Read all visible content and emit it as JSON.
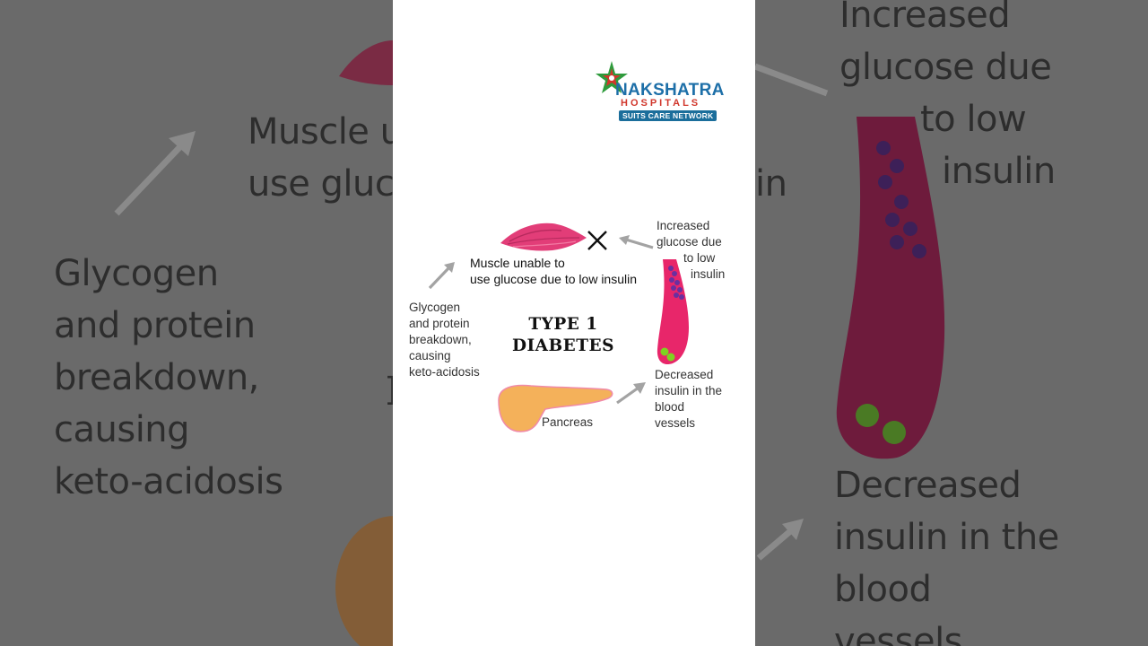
{
  "brand": {
    "name": "NAKSHATRA",
    "sub": "HOSPITALS",
    "network": "SUITS CARE NETWORK"
  },
  "diagram": {
    "title_line1": "TYPE 1",
    "title_line2": "DIABETES",
    "muscle_line1": "Muscle unable to",
    "muscle_line2": "use glucose due to low insulin",
    "glycogen_lines": [
      "Glycogen",
      "and protein",
      "breakdown,",
      "causing",
      "keto-acidosis"
    ],
    "increased_lines": [
      "Increased",
      "glucose due",
      "to low",
      "insulin"
    ],
    "decreased_lines": [
      "Decreased",
      "insulin in the",
      "blood",
      "vessels"
    ],
    "pancreas": "Pancreas"
  },
  "background": {
    "left_top_1": "Muscle u",
    "left_top_2": "use gluc",
    "left_lines": [
      "Glycogen",
      "and protein",
      "breakdown,",
      "causing",
      "keto-acidosis"
    ],
    "right_top_lines": [
      "Increased",
      "glucose due",
      "to low",
      "insulin"
    ],
    "right_bottom_lines": [
      "Decreased",
      "insulin in the",
      "blood",
      "vessels"
    ],
    "right_fragment": "in"
  },
  "colors": {
    "muscle": "#e23d78",
    "vessel": "#e8266a",
    "glucose_dots": "#6a2fa0",
    "insulin_dots": "#7ed321",
    "pancreas": "#f4b15a",
    "arrow": "#9e9e9e",
    "brand_blue": "#1d6fa8",
    "brand_red": "#d1362b"
  },
  "icons": [
    "nakshatra-star-logo-icon",
    "x-mark-icon",
    "arrow-icon"
  ]
}
